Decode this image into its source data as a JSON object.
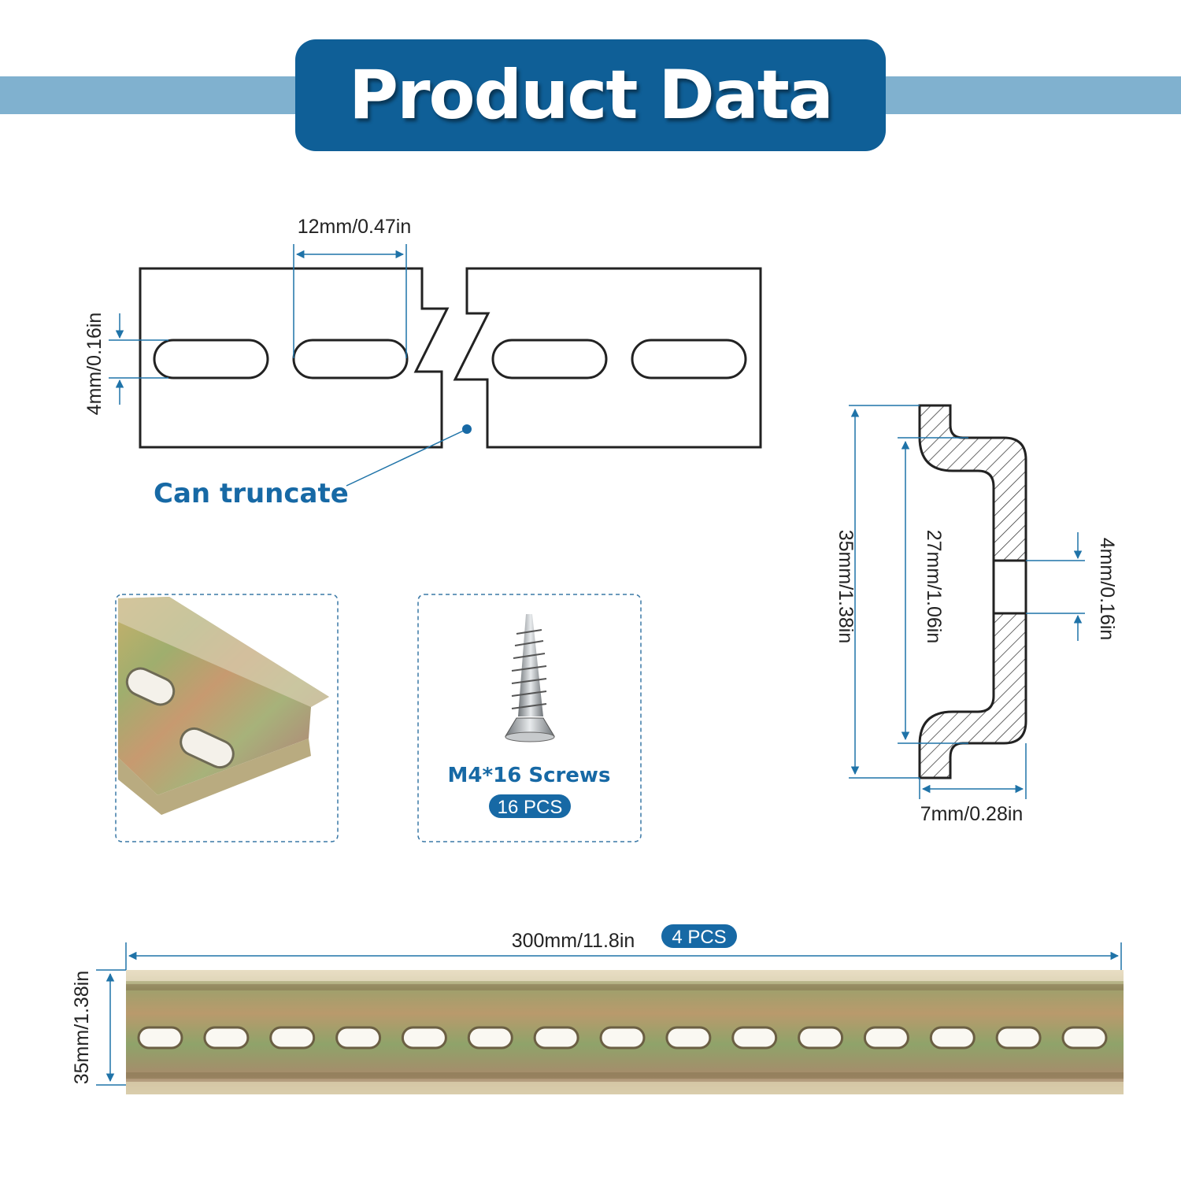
{
  "title": "Product Data",
  "colors": {
    "brand_blue": "#0f5f97",
    "band_blue": "#80b1cf",
    "dimension_line": "#1f73a8",
    "label_blue": "#1769a5"
  },
  "top_diagram": {
    "slot_pitch_label": "12mm/0.47in",
    "slot_height_label": "4mm/0.16in",
    "callout": "Can truncate"
  },
  "screws_card": {
    "title": "M4*16 Screws",
    "quantity_badge": "16 PCS"
  },
  "cross_section": {
    "total_height_label": "35mm/1.38in",
    "inner_height_label": "27mm/1.06in",
    "hole_label": "4mm/0.16in",
    "depth_label": "7mm/0.28in"
  },
  "rail": {
    "length_label": "300mm/11.8in",
    "quantity_badge": "4 PCS",
    "height_label": "35mm/1.38in",
    "slot_count": 15
  }
}
